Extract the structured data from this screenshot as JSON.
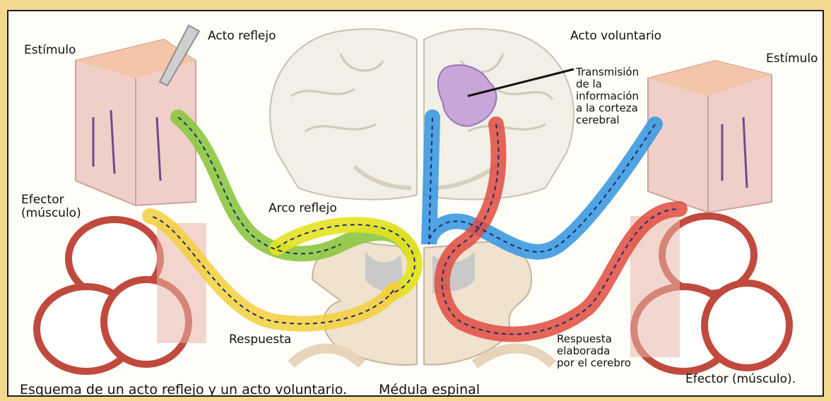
{
  "labels": {
    "estimulo_left": "Estímulo",
    "acto_reflejo": "Acto reflejo",
    "acto_voluntario": "Acto voluntario",
    "estimulo_right": "Estímulo",
    "transmision": "Transmisión\nde la\ninformación\na la corteza\ncerebral",
    "efector_left": "Efector\n(músculo)",
    "arco_reflejo": "Arco reflejo",
    "respuesta": "Respuesta",
    "respuesta_elaborada": "Respuesta\nelaborada\npor el cerebro",
    "efector_right": "Efector (músculo).",
    "caption": "Esquema de un acto reflejo y un acto voluntario.",
    "medula": "Médula espinal"
  },
  "colors": {
    "frame": "#f3d88f",
    "reflex_sensory": "#8cc63f",
    "reflex_arc": "#e4e21f",
    "reflex_response": "#f3cf3a",
    "voluntary_sensory": "#3d9ae0",
    "voluntary_response": "#e04b3f",
    "cortex_area": "#c9a6d9"
  },
  "icons": [
    "skin-block-icon",
    "needle-icon",
    "muscle-bundle-icon",
    "brain-icon",
    "spinal-cord-icon"
  ]
}
